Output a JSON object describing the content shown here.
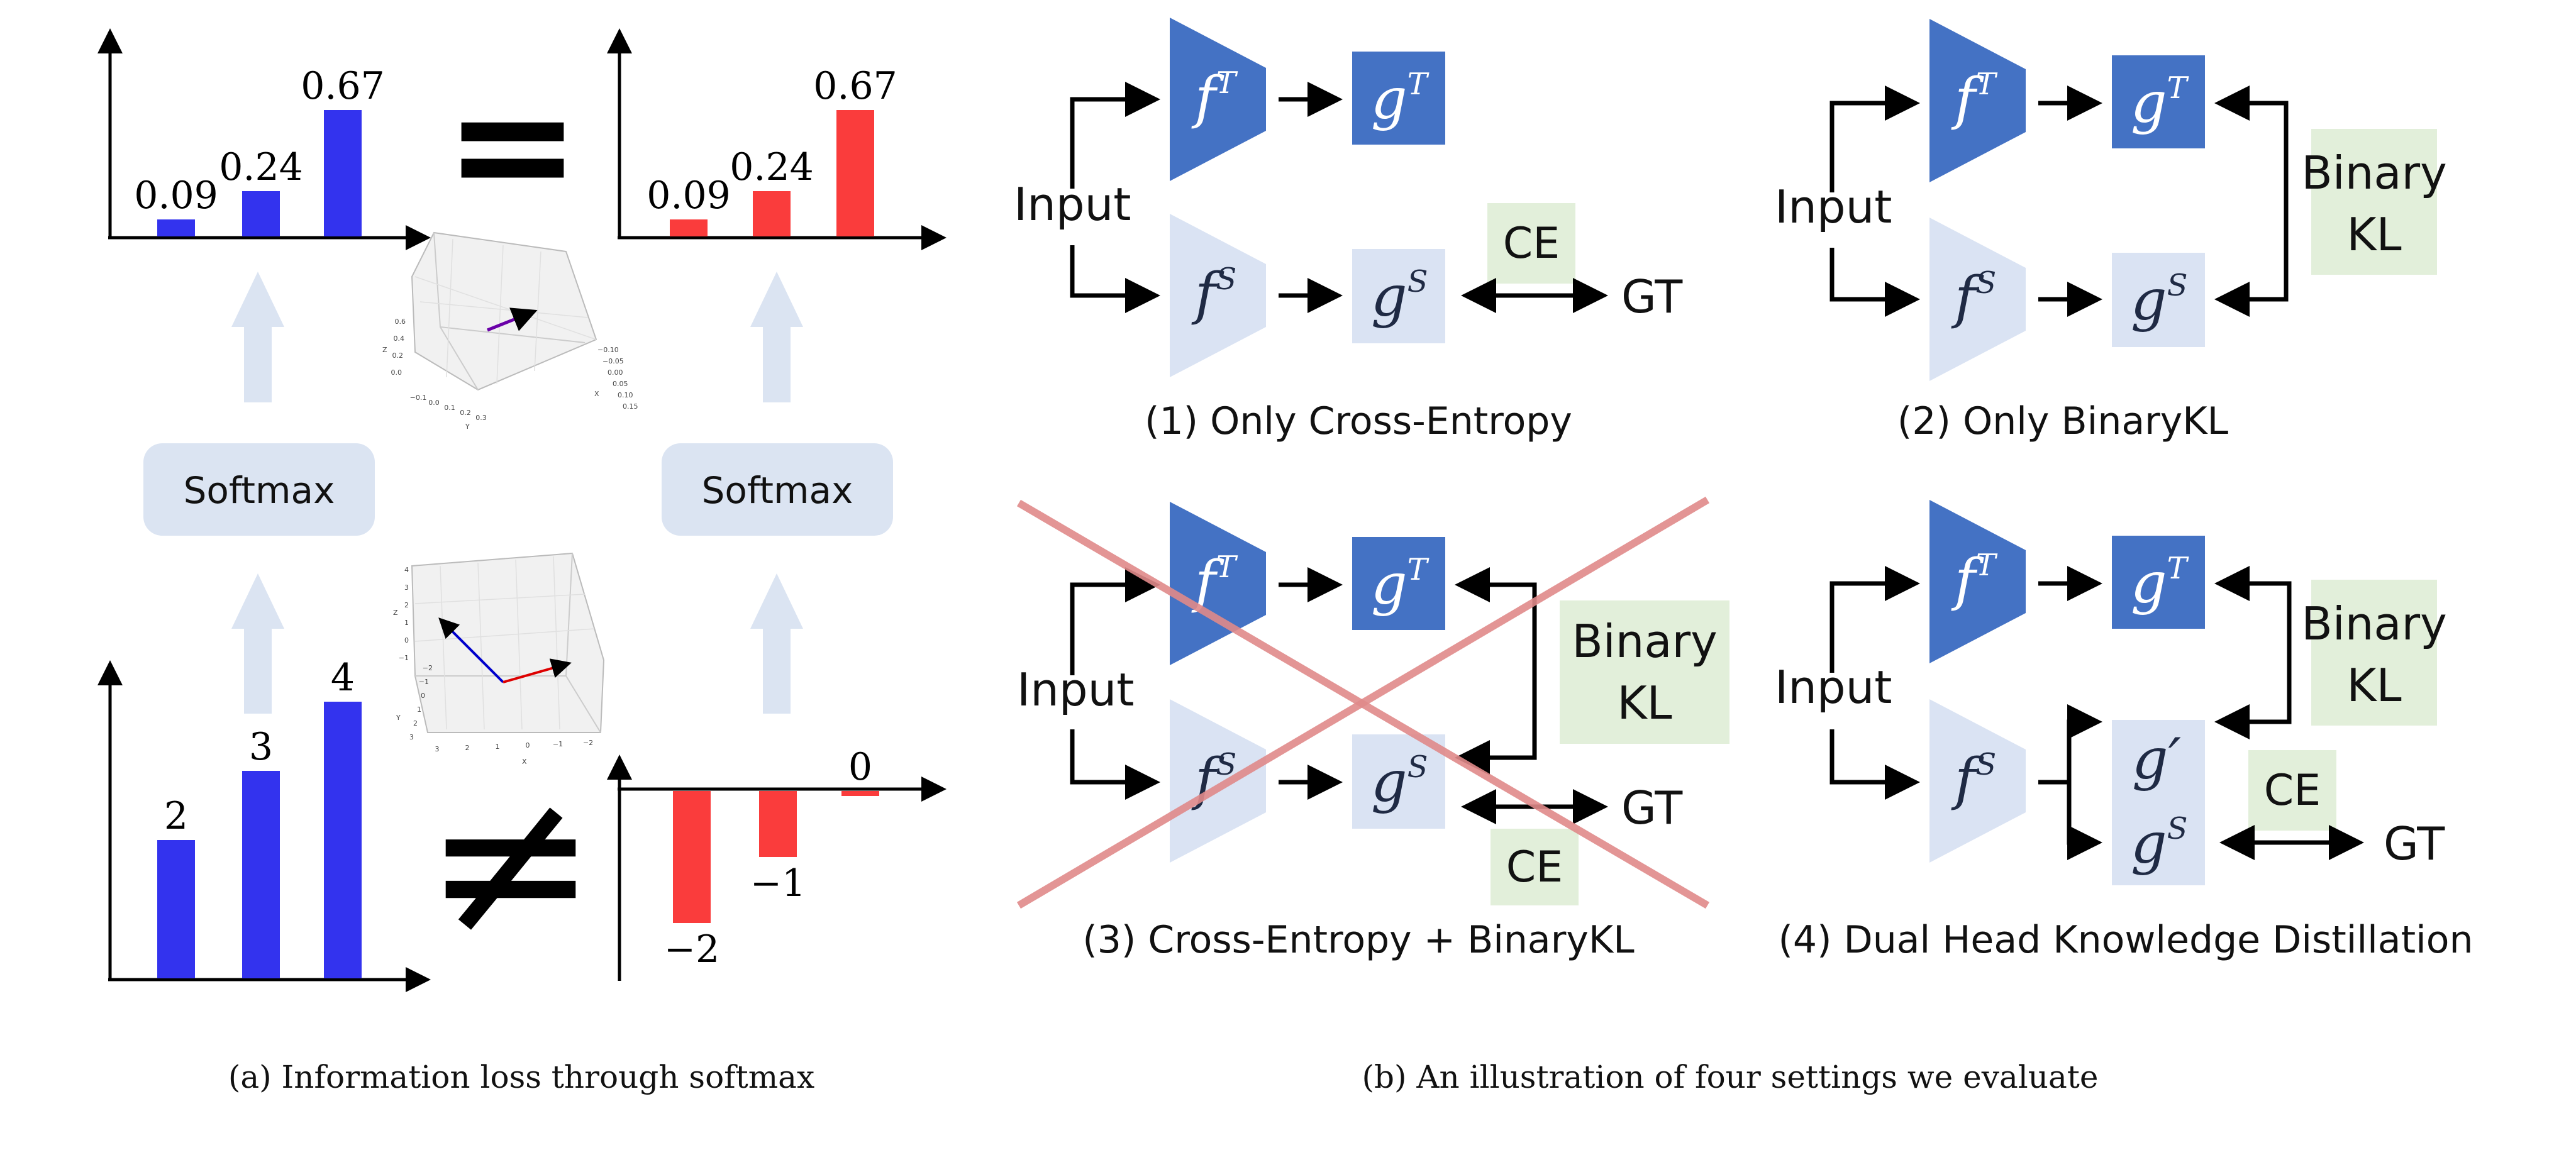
{
  "left_panel": {
    "caption": "(a)  Information loss through softmax",
    "softmax_label": "Softmax",
    "equal_sign": "=",
    "not_equal_sign": "≠",
    "colors": {
      "blue": "#3333ee",
      "red": "#fa3c3c",
      "arrow": "#dbe4f2",
      "box": "#dbe4f2"
    },
    "top_left_probs": {
      "values": [
        0.09,
        0.24,
        0.67
      ],
      "labels": [
        "0.09",
        "0.24",
        "0.67"
      ]
    },
    "top_right_probs": {
      "values": [
        0.09,
        0.24,
        0.67
      ],
      "labels": [
        "0.09",
        "0.24",
        "0.67"
      ]
    },
    "bottom_left_logits": {
      "values": [
        2,
        3,
        4
      ],
      "labels": [
        "2",
        "3",
        "4"
      ]
    },
    "bottom_right_logits": {
      "values": [
        -2,
        -1,
        0
      ],
      "labels": [
        "−2",
        "−1",
        "0"
      ]
    },
    "plot3d_top": {
      "zticks": [
        "0.6",
        "0.4",
        "0.2",
        "0.0"
      ],
      "yticks": [
        "−0.1",
        "0.0",
        "0.1",
        "0.2",
        "0.3"
      ],
      "xticks": [
        "−0.10",
        "−0.05",
        "0.00",
        "0.05",
        "0.10",
        "0.15"
      ],
      "zlabel": "Z",
      "ylabel": "Y",
      "xlabel": "X"
    },
    "plot3d_bottom": {
      "zticks": [
        "4",
        "3",
        "2",
        "1",
        "0",
        "−1"
      ],
      "yticks": [
        "3",
        "2",
        "1",
        "0",
        "−1",
        "−2"
      ],
      "xticks": [
        "3",
        "2",
        "1",
        "0",
        "−1",
        "−2"
      ],
      "zlabel": "Z",
      "ylabel": "Y",
      "xlabel": "X"
    }
  },
  "right_panel": {
    "caption": "(b)  An illustration of four settings we evaluate",
    "colors": {
      "teacher": "#4472c4",
      "student": "#dae3f3",
      "loss": "#e2efda",
      "cross": "#e08a8a"
    },
    "labels": {
      "input": "Input",
      "gt": "GT",
      "ce": "CE",
      "binary_kl_line1": "Binary",
      "binary_kl_line2": "KL",
      "fT": "f",
      "fT_sup": "T",
      "fS": "f",
      "fS_sup": "S",
      "gT": "g",
      "gT_sup": "T",
      "gS": "g",
      "gS_sup": "S",
      "gprime": "g′"
    },
    "settings": [
      {
        "title": "(1) Only Cross-Entropy"
      },
      {
        "title": "(2) Only BinaryKL"
      },
      {
        "title": "(3) Cross-Entropy + BinaryKL"
      },
      {
        "title": "(4) Dual Head Knowledge Distillation"
      }
    ]
  }
}
